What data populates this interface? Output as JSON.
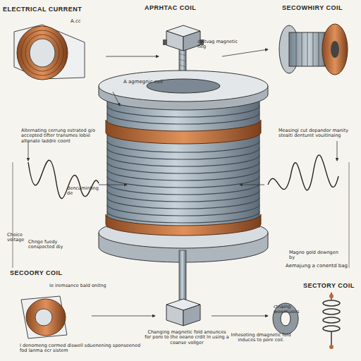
{
  "diagram": {
    "labels": [
      "ELECTRICAL CURRENT",
      "APRHTAC COIL",
      "SECOWHIRY COIL",
      "A.cc",
      "Alternating cerrung estrated g/o accepted tifter transmes lobie altonate laddre coont",
      "A agmegnic coil",
      "deitvag magnetic fieg",
      "Measingi cut depandor manity steaiti denturet vouitinaing",
      "Choice voitage",
      "Chnge fuedy conspocted diy",
      "dencuminting de",
      "SECOORY COIL",
      "Magno gold dewngen by",
      "Aemajung a conentd bag",
      "SECTORY COIL",
      "Changing magnetic fold anounces for poro to the oeano crdit ln using a coanse vollger",
      "Inhesoting dmagnetic fold induces to pore coil.",
      "I denomeng cormed diswell sduenening sponseened fod lanma ecr sistem",
      "ctnaing wowmuoes",
      "Ie iremsance bald onitng"
    ]
  }
}
